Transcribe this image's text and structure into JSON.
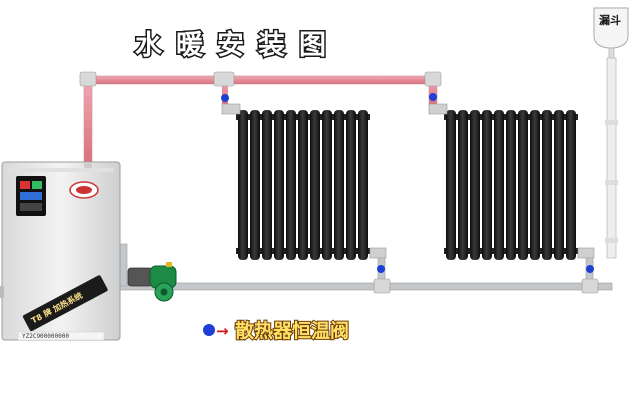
{
  "title": "水暖安装图",
  "funnel_label": "漏斗",
  "legend": {
    "text": "散热器恒温阀",
    "arrow": "→"
  },
  "boiler": {
    "panel_text": "T8 牌 加热系统",
    "serial": "YZ2C900000000"
  },
  "colors": {
    "supply_pipe": "#e88a96",
    "return_pipe": "#b9bcbf",
    "valve": "#1e3fd6",
    "radiator": "#1c1c1c",
    "boiler_body": "#ececec",
    "pump": "#1d8a45"
  },
  "icons": [
    "boiler",
    "radiator",
    "pump",
    "valve",
    "funnel"
  ]
}
